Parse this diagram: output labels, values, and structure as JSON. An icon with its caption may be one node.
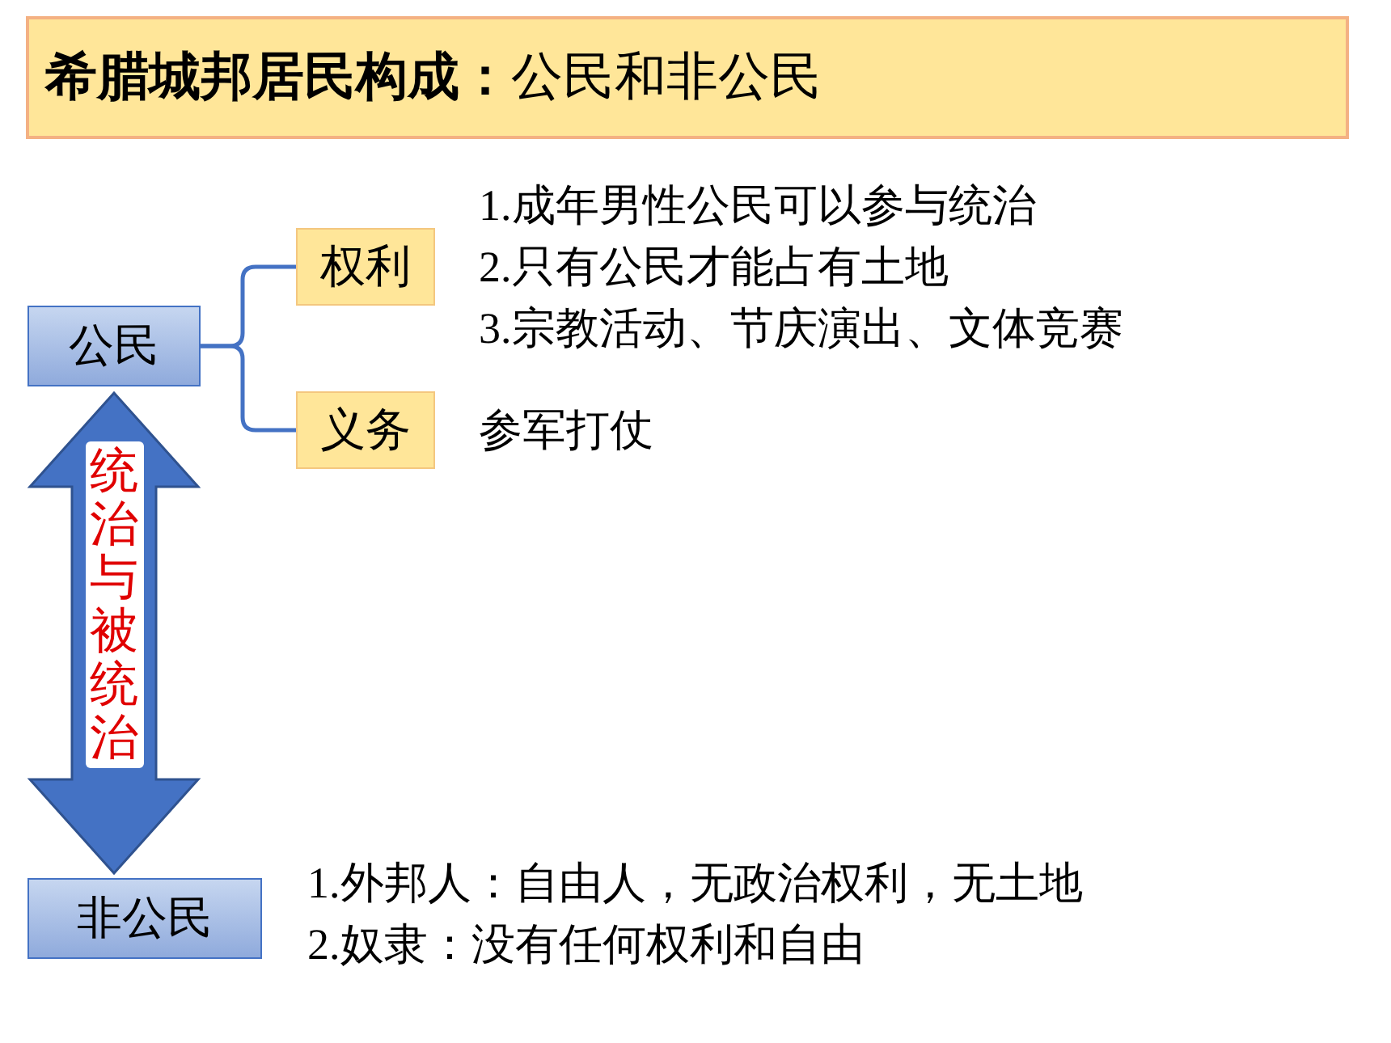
{
  "diagram": {
    "title": "**希腊城邦居民构成：**公民和非公民",
    "nodes": [
      {
        "text": [
          "公民"
        ]
      },
      {
        "text": [
          "权利"
        ],
        "beside": [
          "1.成年男性公民可以参与统治",
          "2.只有公民才能占有土地",
          "3.宗教活动、节庆演出、文体竞赛"
        ]
      },
      {
        "text": [
          "义务"
        ],
        "beside": [
          "参军打仗"
        ]
      },
      {
        "text": [
          "非公民"
        ],
        "beside": [
          "1.外邦人：自由人，无政治权利，无土地",
          "2.奴隶：没有任何权利和自由"
        ]
      }
    ],
    "edges": [
      {
        "from": 0,
        "to": 1,
        "arrow": "none"
      },
      {
        "from": 0,
        "to": 2,
        "arrow": "none"
      },
      {
        "from": 0,
        "to": 3,
        "arrow": "both",
        "label": "统治与被统治",
        "style": "thick"
      }
    ]
  }
}
